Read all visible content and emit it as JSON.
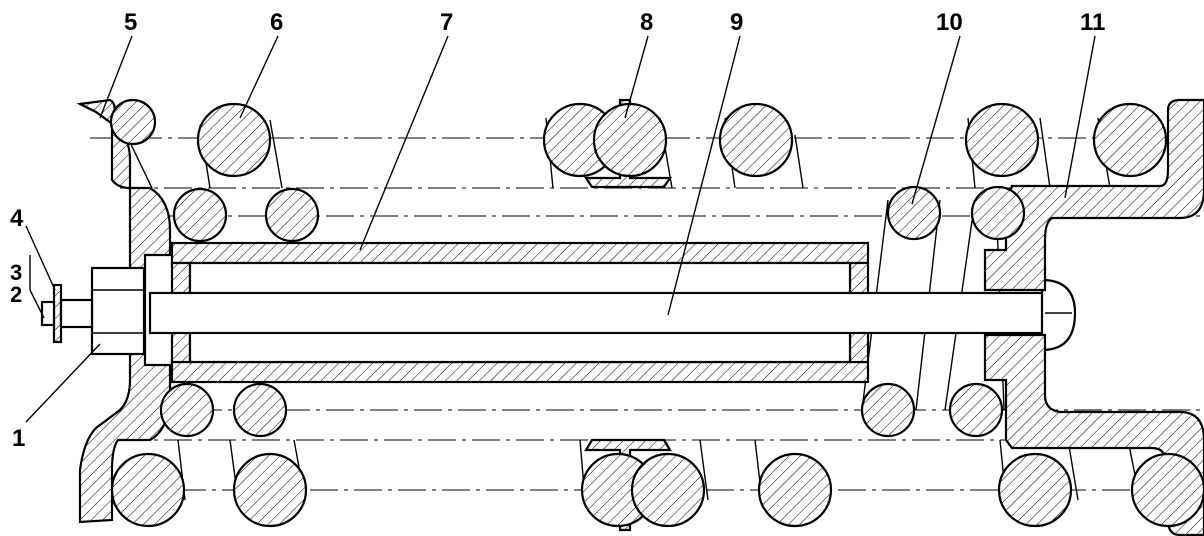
{
  "callouts": [
    {
      "id": "c1",
      "text": "1"
    },
    {
      "id": "c2",
      "text": "2"
    },
    {
      "id": "c3",
      "text": "3"
    },
    {
      "id": "c4",
      "text": "4"
    },
    {
      "id": "c5",
      "text": "5"
    },
    {
      "id": "c6",
      "text": "6"
    },
    {
      "id": "c7",
      "text": "7"
    },
    {
      "id": "c8",
      "text": "8"
    },
    {
      "id": "c9",
      "text": "9"
    },
    {
      "id": "c10",
      "text": "10"
    },
    {
      "id": "c11",
      "text": "11"
    }
  ],
  "colors": {
    "line": "#000000",
    "background": "#ffffff"
  }
}
